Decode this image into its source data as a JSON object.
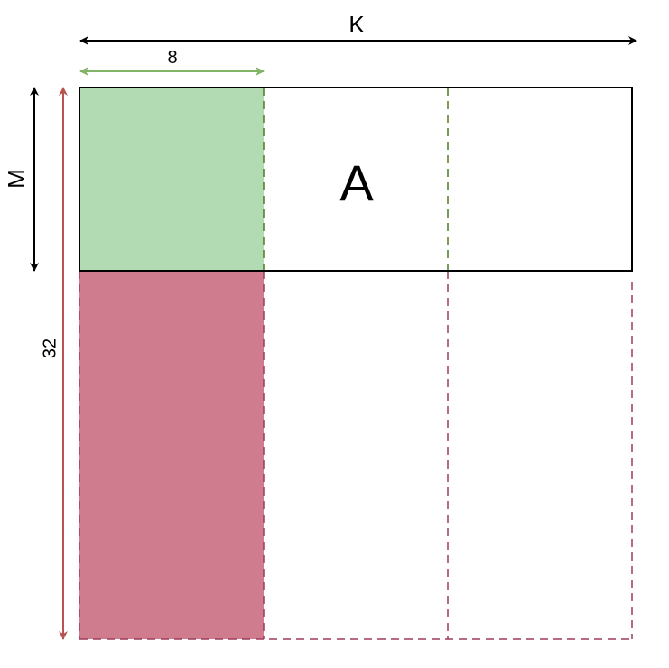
{
  "labels": {
    "k": "K",
    "m": "M",
    "a": "A",
    "width_8": "8",
    "height_32": "32"
  },
  "colors": {
    "green_fill": "#b3dbb3",
    "green_arrow": "#82b366",
    "green_dash": "#4d7a24",
    "red_fill": "#cf7d8e",
    "red_arrow": "#b85450",
    "red_dash": "#9e3b5a",
    "outline": "#000000"
  }
}
